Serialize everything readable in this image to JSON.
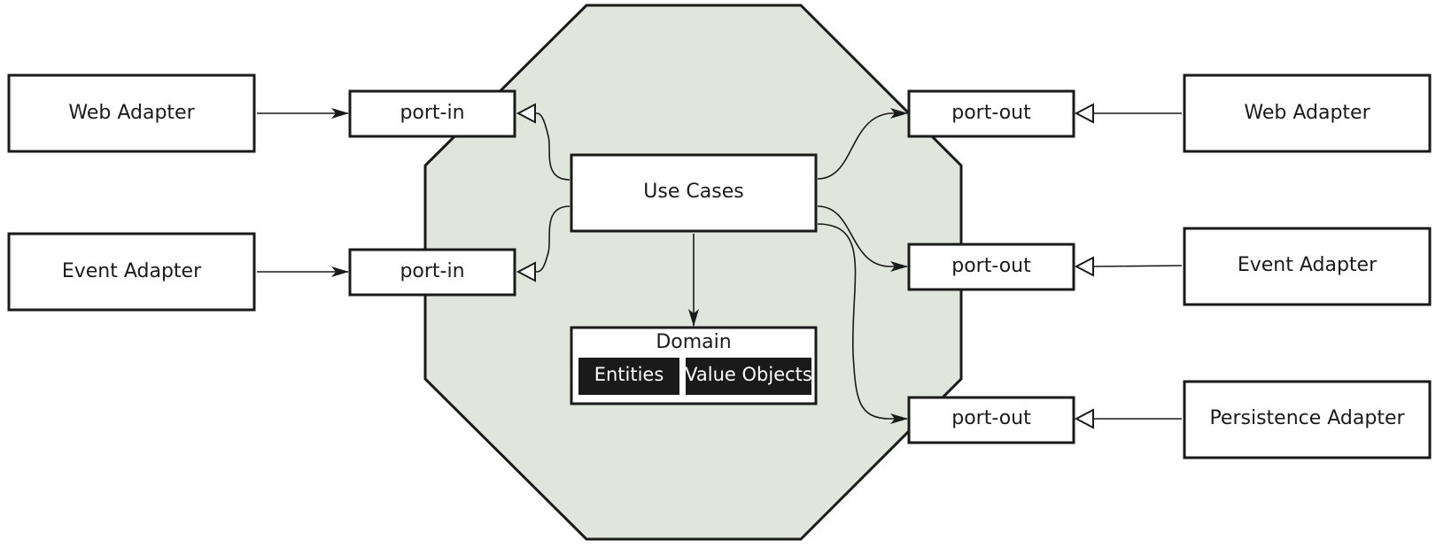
{
  "left_adapters": [
    {
      "label": "Web Adapter"
    },
    {
      "label": "Event Adapter"
    }
  ],
  "ports_in": [
    {
      "label": "port-in"
    },
    {
      "label": "port-in"
    }
  ],
  "use_cases": {
    "label": "Use Cases"
  },
  "domain": {
    "title": "Domain",
    "entities": "Entities",
    "value_objects": "Value Objects"
  },
  "ports_out": [
    {
      "label": "port-out"
    },
    {
      "label": "port-out"
    },
    {
      "label": "port-out"
    }
  ],
  "right_adapters": [
    {
      "label": "Web Adapter"
    },
    {
      "label": "Event Adapter"
    },
    {
      "label": "Persistence Adapter"
    }
  ],
  "colors": {
    "hexagon_fill": "#e1e6dc",
    "stroke": "#1a1a1a",
    "dark_fill": "#1a1a1a"
  }
}
